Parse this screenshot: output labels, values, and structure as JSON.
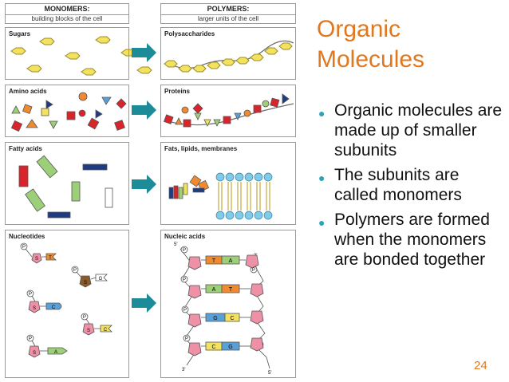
{
  "headers": {
    "monomers": {
      "title": "MONOMERS:",
      "subtitle": "building blocks of the cell"
    },
    "polymers": {
      "title": "POLYMERS:",
      "subtitle": "larger units of the cell"
    }
  },
  "rows": [
    {
      "monomer_label": "Sugars",
      "polymer_label": "Polysaccharides"
    },
    {
      "monomer_label": "Amino acids",
      "polymer_label": "Proteins"
    },
    {
      "monomer_label": "Fatty acids",
      "polymer_label": "Fats, lipids, membranes"
    },
    {
      "monomer_label": "Nucleotides",
      "polymer_label": "Nucleic acids"
    }
  ],
  "nucleotide_labels": {
    "bases": [
      "T",
      "G",
      "C",
      "A"
    ],
    "phosphate": "P",
    "sugar": "S",
    "pairs": [
      [
        "T",
        "A"
      ],
      [
        "A",
        "T"
      ],
      [
        "G",
        "C"
      ],
      [
        "C",
        "G"
      ]
    ],
    "end_5_top": "5'",
    "end_3_top": "3'",
    "end_3_bottom": "3'",
    "end_5_bottom": "5'"
  },
  "colors": {
    "accent_orange": "#e0781f",
    "bullet_teal": "#2aa5b8",
    "arrow_teal": "#1d8c99",
    "sugar_yellow": "#f2e25e",
    "red": "#d8242a",
    "navy": "#1f3b82",
    "green": "#9ccf78",
    "pink": "#ee90a6",
    "orange": "#f08a30",
    "lipid_blue": "#7fcbe8"
  },
  "slide": {
    "title_line1": "Organic",
    "title_line2": "Molecules",
    "bullets": [
      "Organic molecules are made up of smaller subunits",
      "The subunits are called monomers",
      "Polymers are formed when the monomers are bonded together"
    ],
    "bullet_icon": "bullet-dot-icon",
    "page_number": "24"
  }
}
